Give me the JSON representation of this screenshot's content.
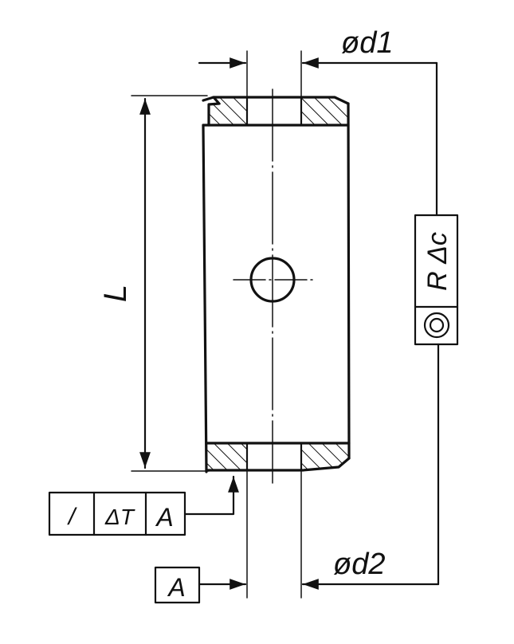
{
  "labels": {
    "length": "L",
    "diameter_top": "ød1",
    "diameter_bottom": "ød2",
    "datum": "A"
  },
  "tolerance_frame_left": {
    "symbol_glyph": "/",
    "symbol_name": "runout-icon",
    "tolerance": "ΔT",
    "datum": "A"
  },
  "tolerance_frame_right": {
    "symbol_name": "concentricity-icon",
    "tolerance": "R Δc"
  }
}
